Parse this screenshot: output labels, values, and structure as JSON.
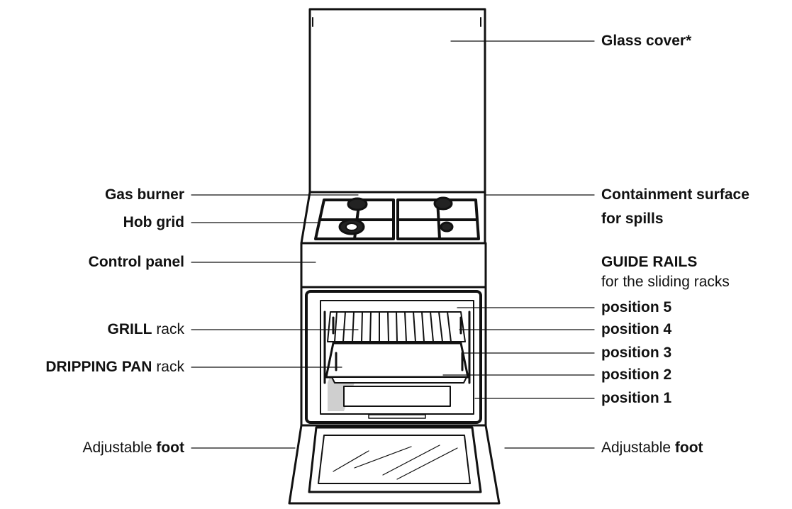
{
  "labels": {
    "glass_cover": "Glass cover*",
    "gas_burner": "Gas burner",
    "hob_grid": "Hob grid",
    "control_panel": "Control panel",
    "containment_line1": "Containment surface",
    "containment_line2": "for spills",
    "guide_rails_title": "GUIDE RAILS",
    "guide_rails_sub": "for the sliding racks",
    "position_5": "position 5",
    "position_4": "position 4",
    "position_3": "position 3",
    "position_2": "position 2",
    "position_1": "position 1",
    "grill_bold": "GRILL",
    "grill_rest": " rack",
    "dripping_bold": "DRIPPING PAN",
    "dripping_rest": " rack",
    "foot_left_prefix": "Adjustable ",
    "foot_left_bold": "foot",
    "foot_right_prefix": "Adjustable ",
    "foot_right_bold": "foot"
  }
}
